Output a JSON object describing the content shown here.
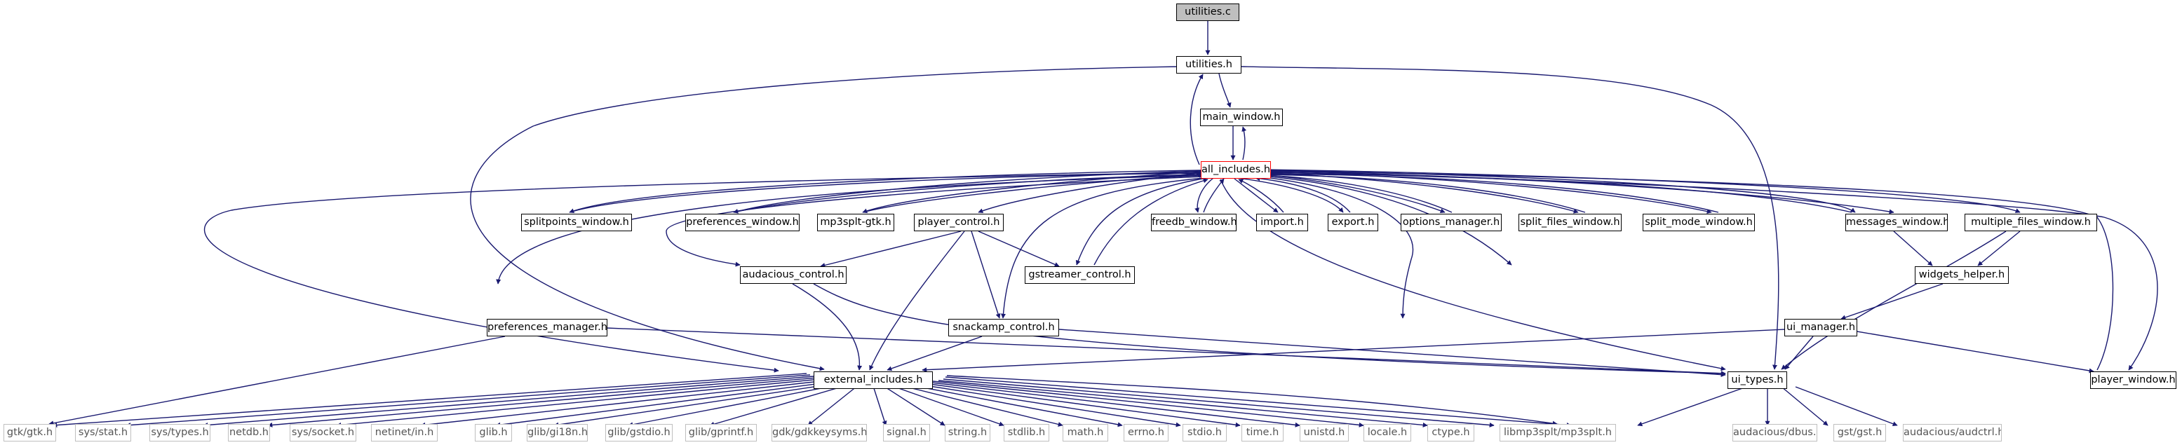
{
  "diagram": {
    "type": "include-dependency-graph",
    "edge_color": "#191970",
    "node_border_color": "#000000",
    "root_fill_color": "#bfbfbf",
    "highlight_border_color": "#ff0000",
    "external_border_color": "#bfbfbf",
    "nodes": {
      "utilities_c": "utilities.c",
      "utilities_h": "utilities.h",
      "main_window_h": "main_window.h",
      "all_includes_h": "all_includes.h",
      "splitpoints_window_h": "splitpoints_window.h",
      "preferences_window_h": "preferences_window.h",
      "mp3splt_gtk_h": "mp3splt-gtk.h",
      "player_control_h": "player_control.h",
      "freedb_window_h": "freedb_window.h",
      "import_h": "import.h",
      "export_h": "export.h",
      "options_manager_h": "options_manager.h",
      "split_files_window_h": "split_files_window.h",
      "split_mode_window_h": "split_mode_window.h",
      "messages_window_h": "messages_window.h",
      "multiple_files_window_h": "multiple_files_window.h",
      "audacious_control_h": "audacious_control.h",
      "gstreamer_control_h": "gstreamer_control.h",
      "widgets_helper_h": "widgets_helper.h",
      "preferences_manager_h": "preferences_manager.h",
      "snackamp_control_h": "snackamp_control.h",
      "ui_manager_h": "ui_manager.h",
      "external_includes_h": "external_includes.h",
      "ui_types_h": "ui_types.h",
      "player_window_h": "player_window.h",
      "gtk_gtk_h": "gtk/gtk.h",
      "sys_stat_h": "sys/stat.h",
      "sys_types_h": "sys/types.h",
      "netdb_h": "netdb.h",
      "sys_socket_h": "sys/socket.h",
      "netinet_in_h": "netinet/in.h",
      "glib_h": "glib.h",
      "glib_gi18n_h": "glib/gi18n.h",
      "glib_gstdio_h": "glib/gstdio.h",
      "glib_gprintf_h": "glib/gprintf.h",
      "gdk_gdkkeysyms_h": "gdk/gdkkeysyms.h",
      "signal_h": "signal.h",
      "string_h": "string.h",
      "stdlib_h": "stdlib.h",
      "math_h": "math.h",
      "errno_h": "errno.h",
      "stdio_h": "stdio.h",
      "time_h": "time.h",
      "unistd_h": "unistd.h",
      "locale_h": "locale.h",
      "ctype_h": "ctype.h",
      "libmp3splt_h": "libmp3splt/mp3splt.h",
      "audacious_dbus_h": "audacious/dbus.h",
      "gst_gst_h": "gst/gst.h",
      "audacious_audctrl_h": "audacious/audctrl.h"
    }
  }
}
